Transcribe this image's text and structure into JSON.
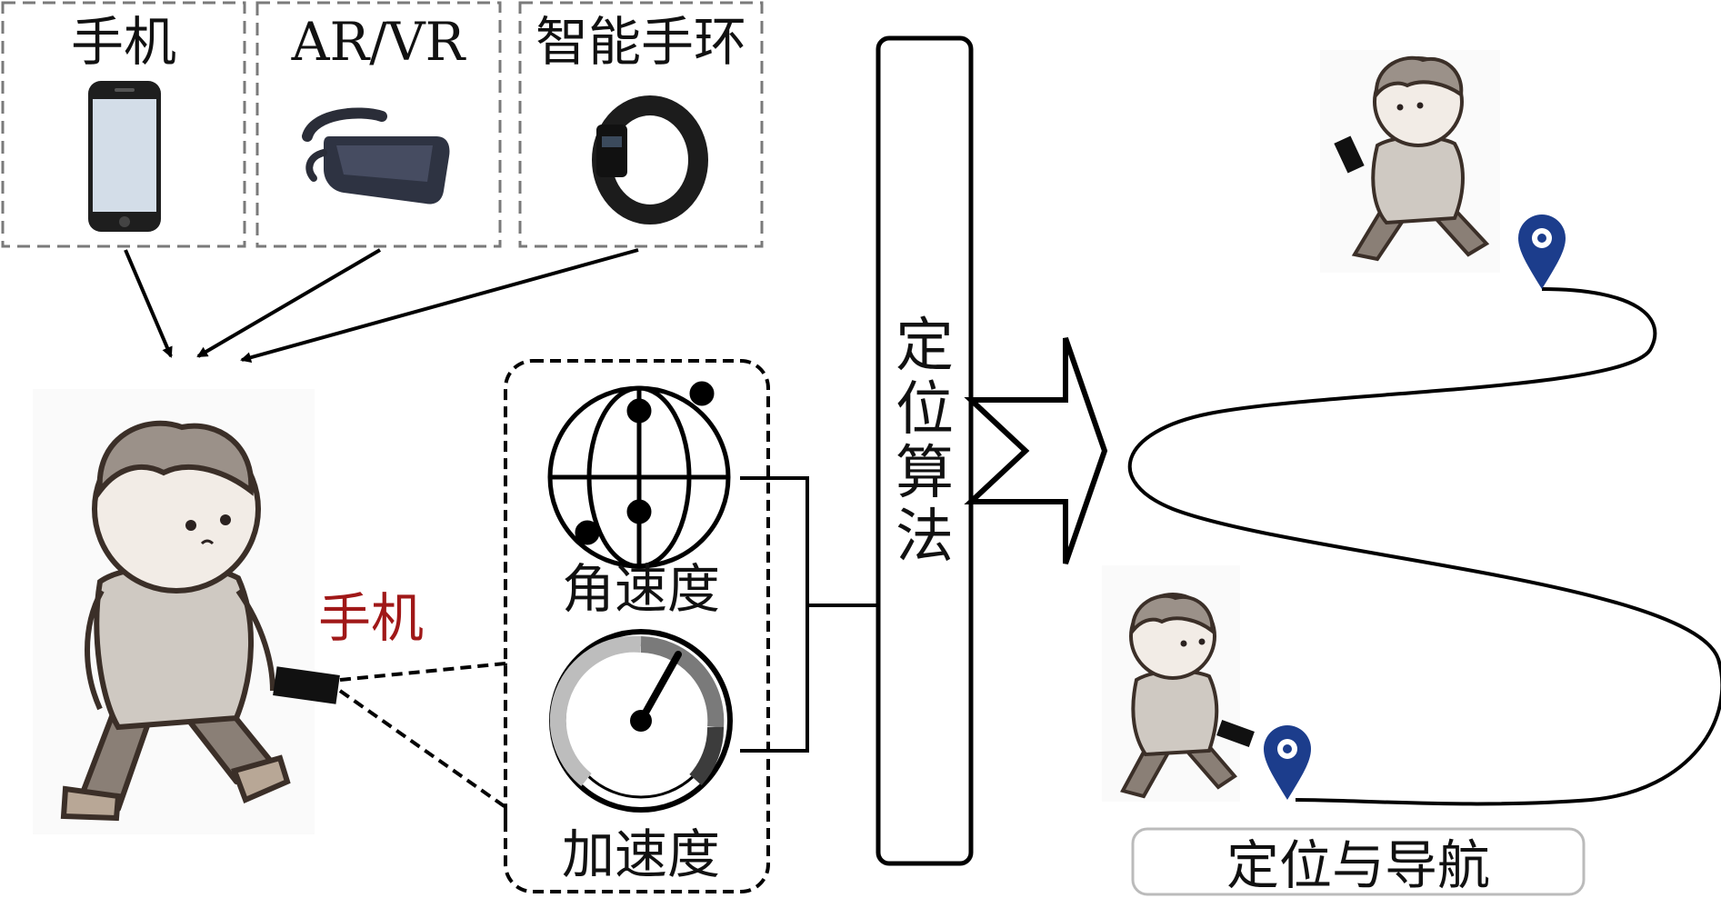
{
  "devices": [
    {
      "label": "手机",
      "icon": "smartphone-icon"
    },
    {
      "label": "AR/VR",
      "icon": "vr-headset-icon"
    },
    {
      "label": "智能手环",
      "icon": "smart-band-icon"
    }
  ],
  "person_phone_label": "手机",
  "sensors": {
    "gyro_label": "角速度",
    "accel_label": "加速度"
  },
  "algorithm_label": [
    "定",
    "位",
    "算",
    "法"
  ],
  "output_label": "定位与导航",
  "colors": {
    "phone_label": "#a01818",
    "location_pin": "#1c3d8c",
    "dashed_box": "#7a7a7a",
    "person_sweater": "#cfc9c2",
    "person_pants": "#8a7f76",
    "person_hair": "#9b9189"
  }
}
